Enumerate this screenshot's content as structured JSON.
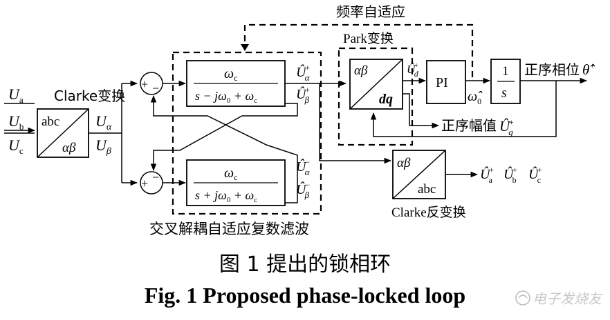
{
  "inputs": {
    "ua": "U",
    "ua_sub": "a",
    "ub": "U",
    "ub_sub": "b",
    "uc": "U",
    "uc_sub": "c"
  },
  "clarke": {
    "label": "Clarke变换",
    "top": "abc",
    "bottom": "αβ"
  },
  "signals": {
    "u_alpha": "U",
    "u_alpha_sub": "α",
    "u_beta": "U",
    "u_beta_sub": "β"
  },
  "sum_signs": {
    "plus": "+",
    "minus": "−"
  },
  "filter_top": {
    "num": "ω",
    "num_sub": "c",
    "den_a": "s − jω",
    "den_sub0": "0",
    "den_b": " + ω",
    "den_sub1": "c"
  },
  "filter_bottom": {
    "num": "ω",
    "num_sub": "c",
    "den_a": "s + jω",
    "den_sub0": "0",
    "den_b": " + ω",
    "den_sub1": "c"
  },
  "outputs_pos": {
    "alpha": "Û",
    "alpha_sup": "+",
    "alpha_sub": "α",
    "beta": "Û",
    "beta_sup": "+",
    "beta_sub": "β"
  },
  "outputs_neg": {
    "alpha": "Û",
    "alpha_sup": "−",
    "alpha_sub": "α",
    "beta": "Û",
    "beta_sup": "−",
    "beta_sub": "β"
  },
  "filter_group_label": "交叉解耦自适应复数滤波",
  "freq_adapt_label": "频率自适应",
  "park": {
    "label": "Park变换",
    "top": "αβ",
    "bottom": "dq"
  },
  "ud": {
    "base": "Û",
    "sup": "+",
    "sub": "d"
  },
  "pi": "PI",
  "omega": {
    "base": "ω̂",
    "sub": "0"
  },
  "integrator": {
    "num": "1",
    "den": "s"
  },
  "phase_out": {
    "label": "正序相位",
    "sym": "θ̂",
    "sup": "+"
  },
  "amp_out": {
    "label": "正序幅值",
    "base": "Û",
    "sup": "+",
    "sub": "q"
  },
  "inv_clarke": {
    "label": "Clarke反变换",
    "top": "αβ",
    "bottom": "abc"
  },
  "abc_out": {
    "base": "Û",
    "sup": "+",
    "a": "a",
    "b": "b",
    "c": "c"
  },
  "caption_cn": "图 1   提出的锁相环",
  "caption_en": "Fig. 1    Proposed phase-locked loop",
  "watermark": "电子发烧友"
}
